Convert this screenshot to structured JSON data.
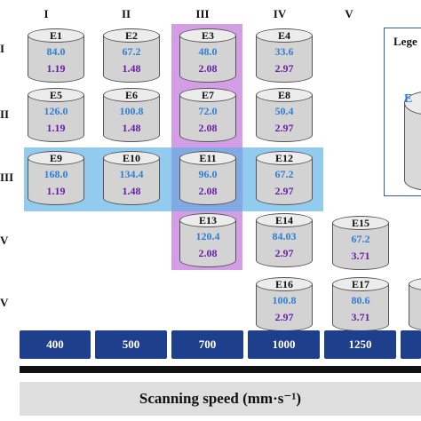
{
  "column_headers": [
    "I",
    "II",
    "III",
    "IV",
    "V"
  ],
  "row_headers": [
    "I",
    "II",
    "III",
    "V",
    "V"
  ],
  "specimens": [
    {
      "name": "E1",
      "value1": "84.0",
      "value2": "1.19"
    },
    {
      "name": "E2",
      "value1": "67.2",
      "value2": "1.48"
    },
    {
      "name": "E3",
      "value1": "48.0",
      "value2": "2.08"
    },
    {
      "name": "E4",
      "value1": "33.6",
      "value2": "2.97"
    },
    {
      "name": "E5",
      "value1": "126.0",
      "value2": "1.19"
    },
    {
      "name": "E6",
      "value1": "100.8",
      "value2": "1.48"
    },
    {
      "name": "E7",
      "value1": "72.0",
      "value2": "2.08"
    },
    {
      "name": "E8",
      "value1": "50.4",
      "value2": "2.97"
    },
    {
      "name": "E9",
      "value1": "168.0",
      "value2": "1.19"
    },
    {
      "name": "E10",
      "value1": "134.4",
      "value2": "1.48"
    },
    {
      "name": "E11",
      "value1": "96.0",
      "value2": "2.08"
    },
    {
      "name": "E12",
      "value1": "67.2",
      "value2": "2.97"
    },
    {
      "name": "E13",
      "value1": "120.4",
      "value2": "2.08"
    },
    {
      "name": "E14",
      "value1": "84.03",
      "value2": "2.97"
    },
    {
      "name": "E15",
      "value1": "67.2",
      "value2": "3.71"
    },
    {
      "name": "E16",
      "value1": "100.8",
      "value2": "2.97"
    },
    {
      "name": "E17",
      "value1": "80.6",
      "value2": "3.71"
    }
  ],
  "legend": {
    "title": "Lege",
    "marker": "E"
  },
  "speeds": [
    "400",
    "500",
    "700",
    "1000",
    "1250"
  ],
  "axis_label": "Scanning speed (mm·s⁻¹)",
  "colors": {
    "band_vertical": "#b04ed1",
    "band_horizontal": "#57afe4",
    "value1": "#2f7fd6",
    "value2": "#6a1fa8",
    "speed_box": "#1e3f8c"
  }
}
